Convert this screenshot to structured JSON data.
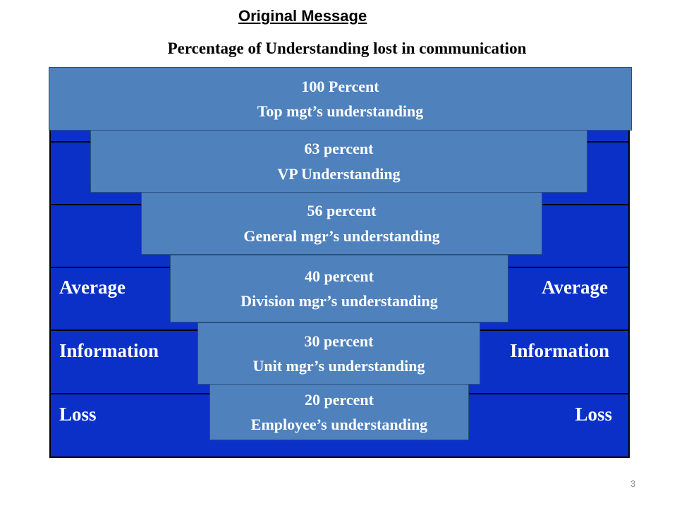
{
  "heading": "Original Message",
  "subtitle": "Percentage of Understanding lost in communication",
  "side_labels": {
    "left": [
      "Average",
      "Information",
      "Loss"
    ],
    "right": [
      "Average",
      "Information",
      "Loss"
    ]
  },
  "levels": [
    {
      "percent": "100 Percent",
      "label": "Top mgt’s understanding"
    },
    {
      "percent": "63 percent",
      "label": "VP Understanding"
    },
    {
      "percent": "56 percent",
      "label": "General mgr’s understanding"
    },
    {
      "percent": "40 percent",
      "label": "Division mgr’s understanding"
    },
    {
      "percent": "30 percent",
      "label": "Unit mgr’s understanding"
    },
    {
      "percent": "20 percent",
      "label": "Employee’s understanding"
    }
  ],
  "colors": {
    "background_grid": "#0a30c8",
    "box_fill": "#4f81bd",
    "text": "#ffffff"
  },
  "slide_number": "3"
}
